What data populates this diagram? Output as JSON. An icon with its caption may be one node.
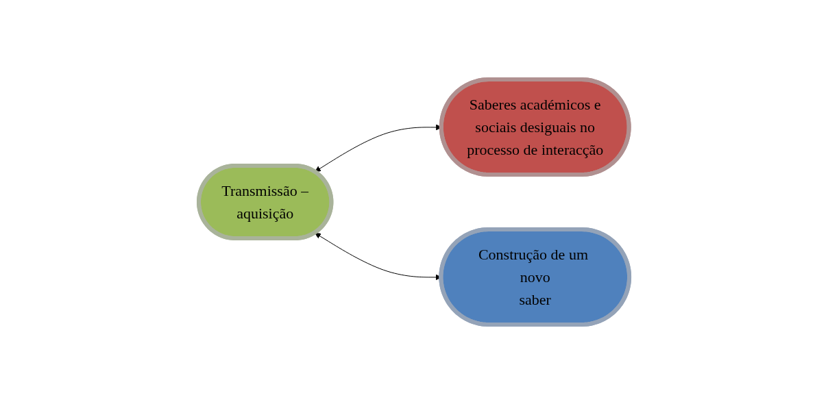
{
  "diagram": {
    "nodes": [
      {
        "text": [
          "Transmissão – aquisição"
        ]
      },
      {
        "text": [
          "Saberes académicos e sociais desiguais no processo de interacção"
        ]
      },
      {
        "text": [
          "Construção de um novo saber"
        ]
      }
    ],
    "edges": [
      {
        "from": 0,
        "to": 1,
        "arrow": "both"
      },
      {
        "from": 0,
        "to": 2,
        "arrow": "both"
      }
    ]
  }
}
